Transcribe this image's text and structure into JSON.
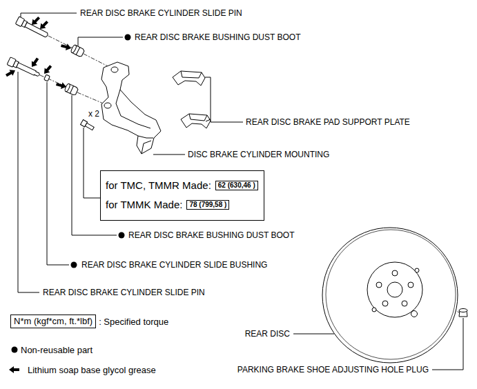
{
  "diagram": {
    "nodes": [
      {
        "text": [
          "for TMC, TMMR Made:",
          "for TMMK Made:"
        ]
      },
      {
        "text": [
          "62 (630,46 )"
        ],
        "in": 0
      },
      {
        "text": [
          "78 (799,58 )"
        ],
        "in": 0
      },
      {
        "text": [
          "N*m (kgf*cm, ft.*lbf)"
        ]
      }
    ],
    "labels": [
      "REAR DISC BRAKE CYLINDER SLIDE PIN",
      "REAR DISC BRAKE BUSHING DUST BOOT",
      "REAR DISC BRAKE PAD SUPPORT PLATE",
      "x 2",
      "DISC BRAKE CYLINDER MOUNTING",
      "REAR DISC BRAKE BUSHING DUST BOOT",
      "REAR DISC BRAKE CYLINDER SLIDE BUSHING",
      "REAR DISC BRAKE CYLINDER SLIDE PIN",
      "REAR DISC",
      "PARKING BRAKE SHOE ADJUSTING HOLE PLUG"
    ],
    "legend": [
      {
        "text": ": Specified torque"
      },
      {
        "text": "Non-reusable part"
      },
      {
        "text": "Lithium soap base glycol grease"
      }
    ]
  }
}
